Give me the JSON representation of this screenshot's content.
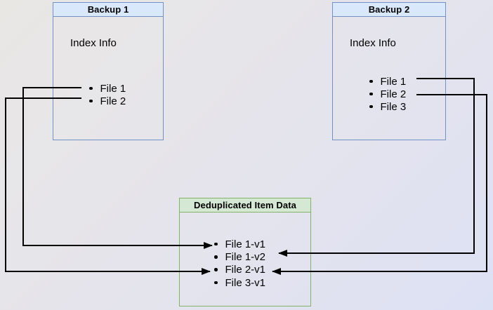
{
  "backup1": {
    "title": "Backup 1",
    "label": "Index Info",
    "files": [
      "File 1",
      "File 2"
    ]
  },
  "backup2": {
    "title": "Backup 2",
    "label": "Index Info",
    "files": [
      "File 1",
      "File 2",
      "File 3"
    ]
  },
  "dedup": {
    "title": "Deduplicated Item Data",
    "files": [
      "File 1-v1",
      "File 1-v2",
      "File 2-v1",
      "File 3-v1"
    ]
  },
  "connections": [
    {
      "from": "Backup 1 / File 1",
      "to": "File 1-v1"
    },
    {
      "from": "Backup 1 / File 2",
      "to": "File 2-v1"
    },
    {
      "from": "Backup 2 / File 1",
      "to": "File 1-v2"
    },
    {
      "from": "Backup 2 / File 2",
      "to": "File 2-v1"
    }
  ],
  "colors": {
    "blue_fill": "#dae8fc",
    "blue_border": "#7491c6",
    "green_fill": "#d5e8d4",
    "green_border": "#82b366",
    "connector": "#000000"
  }
}
